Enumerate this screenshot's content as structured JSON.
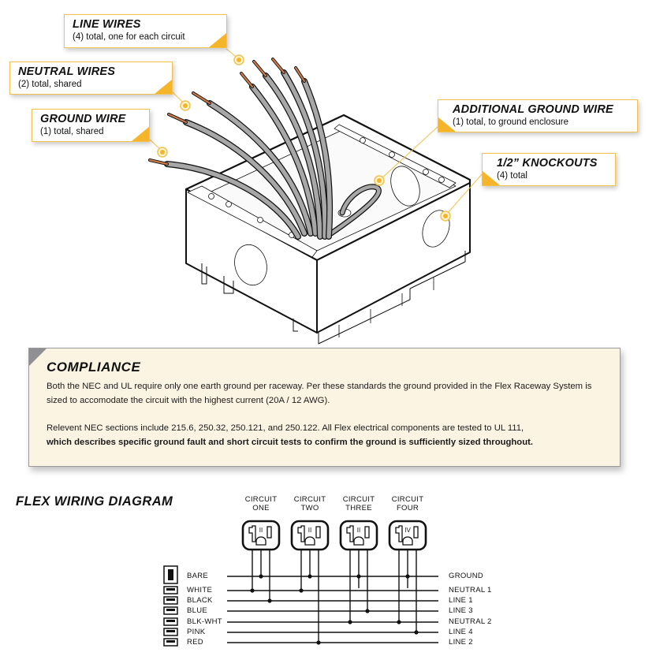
{
  "callouts": {
    "line_wires": {
      "title": "LINE WIRES",
      "subtitle": "(4) total, one for each circuit"
    },
    "neutral_wires": {
      "title": "NEUTRAL WIRES",
      "subtitle": "(2) total, shared"
    },
    "ground_wire": {
      "title": "GROUND WIRE",
      "subtitle": "(1) total, shared"
    },
    "additional_ground": {
      "title": "ADDITIONAL GROUND WIRE",
      "subtitle": "(1) total, to ground enclosure"
    },
    "knockouts": {
      "title": "1/2” KNOCKOUTS",
      "subtitle": "(4) total"
    }
  },
  "colors": {
    "accent": "#f5b52a",
    "accent_border": "#f2c14e",
    "compliance_bg": "#fcf4e2",
    "wire_gray": "#a7a7a7",
    "copper": "#c97a4a"
  },
  "compliance": {
    "title": "COMPLIANCE",
    "paragraph1": "Both the NEC and UL require only one earth ground per raceway.  Per these standards the ground provided in the Flex Raceway System is sized to accomodate the circuit with the highest current (20A / 12 AWG).",
    "paragraph2_regular": "Relevent NEC sections include 215.6, 250.32, 250.121, and 250.122.  All Flex electrical components are tested to UL 111,",
    "paragraph2_bold": "which describes specific ground fault and short circuit tests to confirm the ground is sufficiently sized throughout."
  },
  "wiring_diagram": {
    "title": "FLEX WIRING DIAGRAM",
    "circuits": [
      {
        "line1": "CIRCUIT",
        "line2": "ONE",
        "numeral": "II"
      },
      {
        "line1": "CIRCUIT",
        "line2": "TWO",
        "numeral": "II"
      },
      {
        "line1": "CIRCUIT",
        "line2": "THREE",
        "numeral": "II"
      },
      {
        "line1": "CIRCUIT",
        "line2": "FOUR",
        "numeral": "IV"
      }
    ],
    "wires": [
      {
        "color": "BARE",
        "bus": "GROUND"
      },
      {
        "color": "WHITE",
        "bus": "NEUTRAL  1"
      },
      {
        "color": "BLACK",
        "bus": "LINE 1"
      },
      {
        "color": "BLUE",
        "bus": "LINE 3"
      },
      {
        "color": "BLK-WHT",
        "bus": "NEUTRAL  2"
      },
      {
        "color": "PINK",
        "bus": "LINE 4"
      },
      {
        "color": "RED",
        "bus": "LINE 2"
      }
    ],
    "connections": [
      {
        "circuit": 0,
        "neutral": "WHITE",
        "ground": "BARE",
        "line": "BLACK"
      },
      {
        "circuit": 1,
        "neutral": "WHITE",
        "ground": "BARE",
        "line": "RED"
      },
      {
        "circuit": 2,
        "neutral": "BLK-WHT",
        "ground": "BARE",
        "line": "BLUE"
      },
      {
        "circuit": 3,
        "neutral": "BLK-WHT",
        "ground": "BARE",
        "line": "PINK"
      }
    ]
  }
}
